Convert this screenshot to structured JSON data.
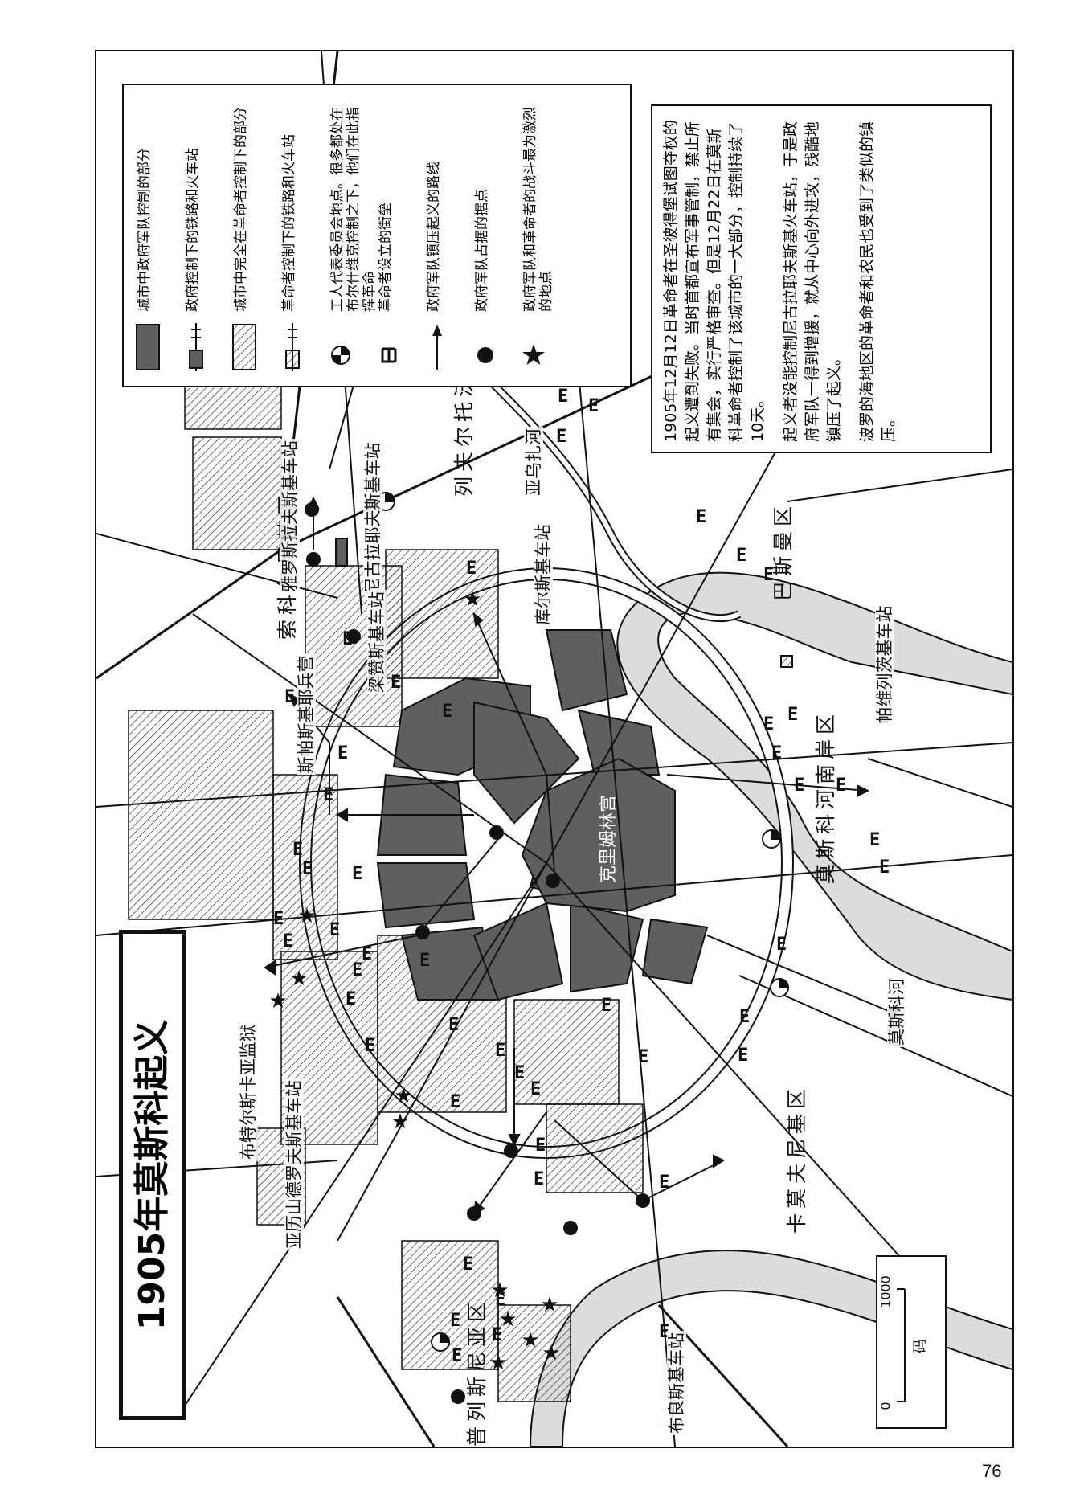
{
  "title": "1905年莫斯科起义",
  "page_number": "76",
  "legend": {
    "items": [
      {
        "symbol": "gov-area-swatch",
        "text": "城市中政府军队控制的部分"
      },
      {
        "symbol": "gov-rail-icon",
        "text": "政府控制下的铁路和火车站"
      },
      {
        "symbol": "rev-area-swatch",
        "text": "城市中完全在革命者控制下的部分"
      },
      {
        "symbol": "rev-rail-icon",
        "text": "革命者控制下的铁路和火车站"
      },
      {
        "symbol": "soviet-icon",
        "text": "工人代表委员会地点。很多都处在布尔什维克控制之下，他们在此指挥革命"
      },
      {
        "symbol": "barricade-icon",
        "text": "革命者设立的街垒"
      },
      {
        "symbol": "arrow-icon",
        "text": "政府军队镇压起义的路线"
      },
      {
        "symbol": "dot-icon",
        "text": "政府军队占据的据点"
      },
      {
        "symbol": "star-icon",
        "text": "政府军队和革命者的战斗最为激烈的地点"
      }
    ]
  },
  "info": {
    "paragraphs": [
      "1905年12月12日革命者在圣彼得堡试图夺权的起义遭到失败。当时首都宣布军事管制，禁止所有集会，实行严格审查。但是12月22日在莫斯科革命者控制了该城市的一大部分，控制持续了10天。",
      "起义者没能控制尼古拉耶夫斯基火车站，于是政府军队一得到增援，就从中心向外进攻，残酷地镇压了起义。",
      "波罗的海地区的革命者和农民也受到了类似的镇压。"
    ]
  },
  "map_labels": {
    "kremlin": "克里姆林宫",
    "sokolniki": "索科尔尼基区",
    "lefortovo": "列夫尔托沃区",
    "basmannaya": "巴斯曼区",
    "yauza": "亚乌扎河",
    "zamoskvorechye": "莫斯科河南岸区",
    "moskva_river": "莫斯科河",
    "presnya": "普列斯尼亚区",
    "kamer_kollezhsky": "卡莫夫尼基区",
    "nikolaevsky_station": "尼古拉耶夫斯基车站",
    "yaroslavsky_station": "雅罗斯拉夫斯基车站",
    "ryazansky_station": "梁赞斯基车站",
    "kursky_station": "库尔斯基车站",
    "paveletsky_station": "帕维列茨基车站",
    "alexandrovsky_station": "亚历山德罗夫斯基车站",
    "brestsky_station": "布良斯基车站",
    "butyrka": "布特尔斯卡亚监狱",
    "spassky_barracks": "斯帕斯基耶兵营"
  },
  "scale": {
    "start": "0",
    "end": "1000",
    "unit": "码"
  }
}
